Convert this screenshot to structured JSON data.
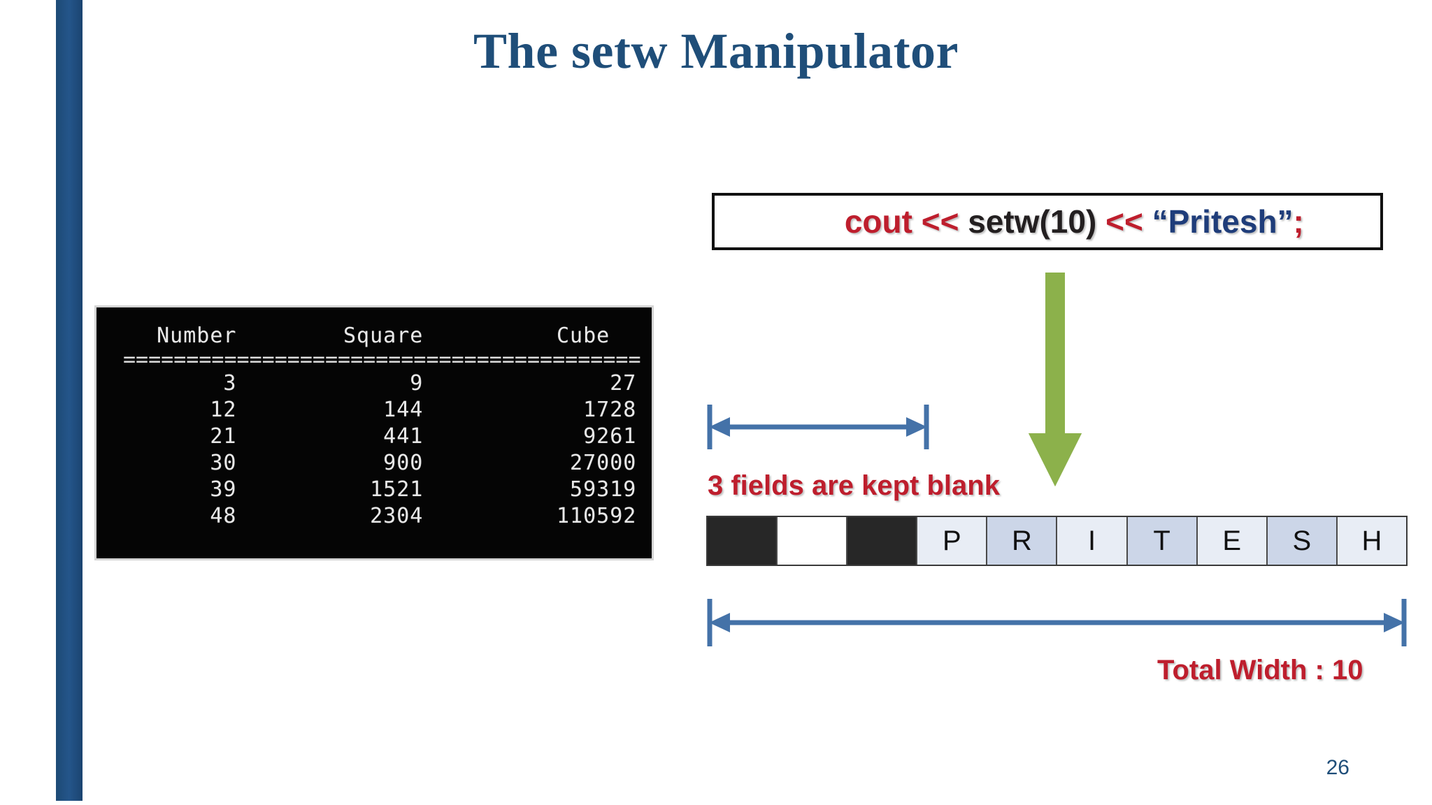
{
  "slide": {
    "title": "The setw Manipulator",
    "page_number": "26",
    "accent_color": "#1F4E79",
    "background_color": "#FFFFFF"
  },
  "terminal": {
    "headers_line": "  Number        Square          Cube",
    "separator_line": "=========================================",
    "columns": [
      "Number",
      "Square",
      "Cube"
    ],
    "rows": [
      {
        "number": "3",
        "square": "9",
        "cube": "27"
      },
      {
        "number": "12",
        "square": "144",
        "cube": "1728"
      },
      {
        "number": "21",
        "square": "441",
        "cube": "9261"
      },
      {
        "number": "30",
        "square": "900",
        "cube": "27000"
      },
      {
        "number": "39",
        "square": "1521",
        "cube": "59319"
      },
      {
        "number": "48",
        "square": "2304",
        "cube": "110592"
      }
    ],
    "rows_text": "       3             9              27\n      12           144            1728\n      21           441            9261\n      30           900           27000\n      39          1521           59319\n      48          2304          110592",
    "background_color": "#050505",
    "text_color": "#E8E8E8"
  },
  "code_box": {
    "full_text": "cout << setw(10) << “Pritesh”;",
    "tokens": [
      {
        "text": "cout",
        "color": "#BE1E2D"
      },
      {
        "text": " << ",
        "color": "#BE1E2D"
      },
      {
        "text": "setw(10)",
        "color": "#231F20"
      },
      {
        "text": " << ",
        "color": "#BE1E2D"
      },
      {
        "text": "“Pritesh”",
        "color": "#1F3D7A"
      },
      {
        "text": ";",
        "color": "#BE1E2D"
      }
    ],
    "border_color": "#111111"
  },
  "arrow": {
    "direction": "down",
    "fill_color": "#8CB14B",
    "outline_color": "#FFFFFF"
  },
  "annotations": {
    "blank_fields_label": "3 fields are kept blank",
    "total_width_label": "Total Width : 10",
    "label_color": "#BE1E2D",
    "dimension_line_color": "#4472A8"
  },
  "width_strip": {
    "total_cells": 10,
    "blank_cells": 3,
    "cells": [
      {
        "char": "",
        "kind": "dark"
      },
      {
        "char": "",
        "kind": "white"
      },
      {
        "char": "",
        "kind": "dark"
      },
      {
        "char": "P",
        "kind": "light-1"
      },
      {
        "char": "R",
        "kind": "light-2"
      },
      {
        "char": "I",
        "kind": "light-1"
      },
      {
        "char": "T",
        "kind": "light-2"
      },
      {
        "char": "E",
        "kind": "light-1"
      },
      {
        "char": "S",
        "kind": "light-2"
      },
      {
        "char": "H",
        "kind": "light-1"
      }
    ]
  }
}
